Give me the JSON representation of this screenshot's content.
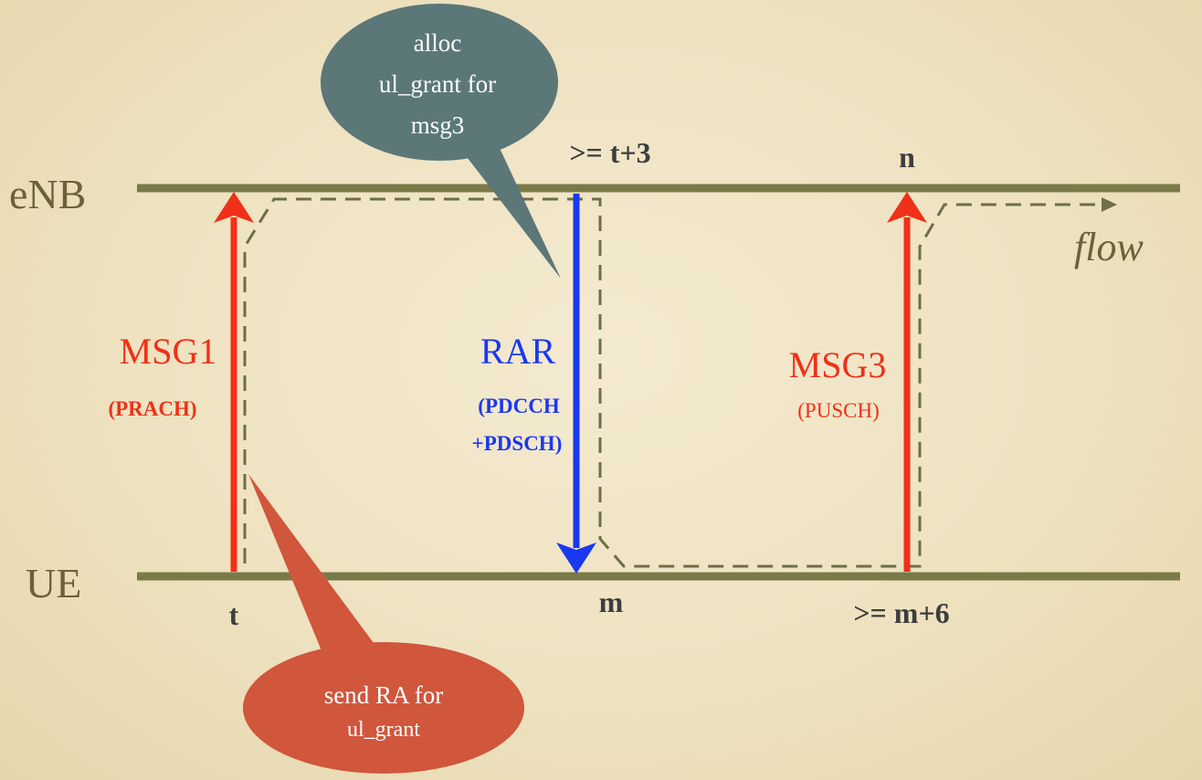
{
  "lanes": {
    "top": "eNB",
    "bottom": "UE"
  },
  "time_labels": {
    "t": "t",
    "t3": ">= t+3",
    "n": "n",
    "m": "m",
    "m6": ">= m+6"
  },
  "flow_label": "flow",
  "messages": {
    "msg1": {
      "name": "MSG1",
      "sub": "(PRACH)"
    },
    "rar": {
      "name": "RAR",
      "sub1": "(PDCCH",
      "sub2": "+PDSCH)"
    },
    "msg3": {
      "name": "MSG3",
      "sub": "(PUSCH)"
    }
  },
  "callouts": {
    "top": {
      "line1": "alloc",
      "line2": "ul_grant  for",
      "line3": "msg3"
    },
    "bottom": {
      "line1": "send RA for",
      "line2": "ul_grant"
    }
  },
  "colors": {
    "lane": "#7a7a48",
    "uplink_arrow": "#f03018",
    "downlink_arrow": "#1a38f0",
    "dashed_flow": "#6e6e48",
    "callout_top": "#5c7778",
    "callout_bottom": "#d0563c"
  }
}
